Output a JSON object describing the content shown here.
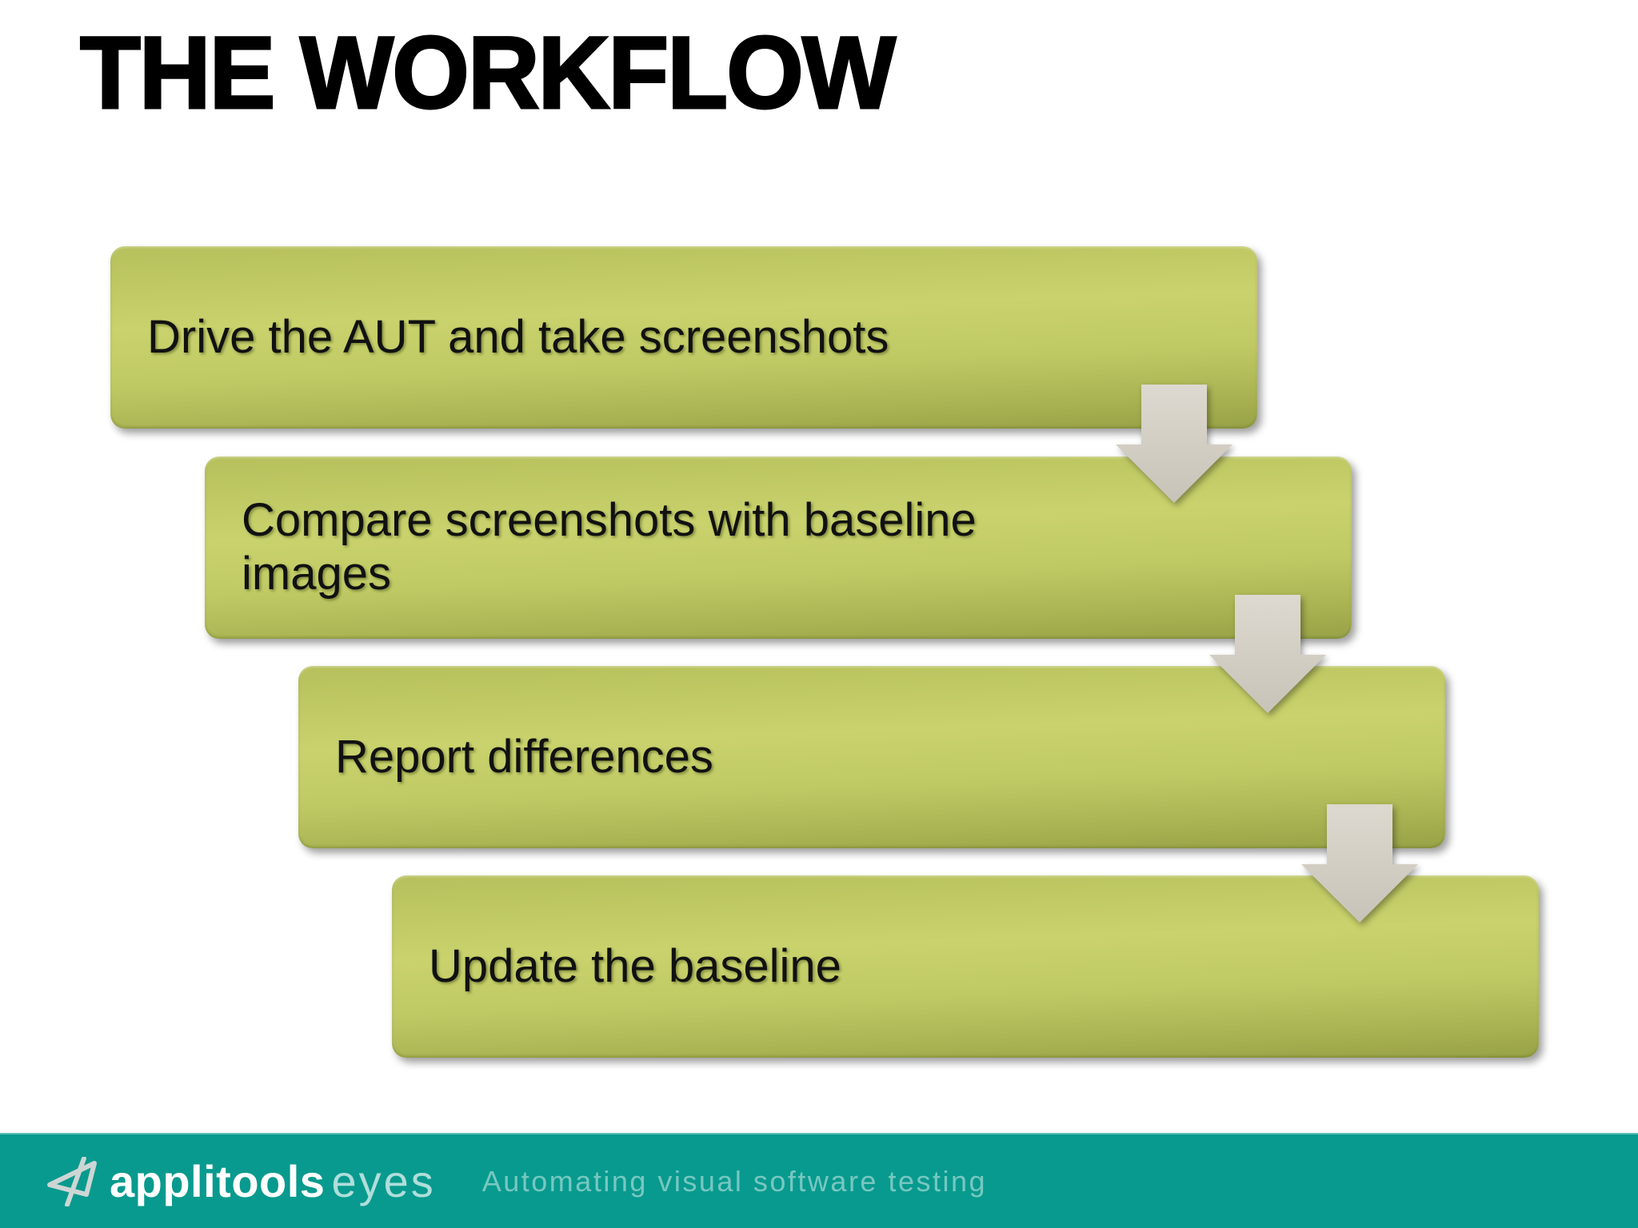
{
  "slide": {
    "title": "THE WORKFLOW"
  },
  "workflow": {
    "steps": [
      {
        "label": "Drive the AUT and take screenshots"
      },
      {
        "label": "Compare screenshots with baseline images"
      },
      {
        "label": "Report differences"
      },
      {
        "label": "Update the baseline"
      }
    ]
  },
  "footer": {
    "brand": "applitools",
    "product": "eyes",
    "tagline": "Automating visual software testing"
  },
  "colors": {
    "title-ink": "#000000",
    "box-top": "#b6c05c",
    "box-mid": "#c9d26c",
    "box-bottom": "#98a247",
    "arrow-light": "#ded9d0",
    "arrow-dark": "#c8c3b8",
    "footer-teal": "#089a8e"
  }
}
